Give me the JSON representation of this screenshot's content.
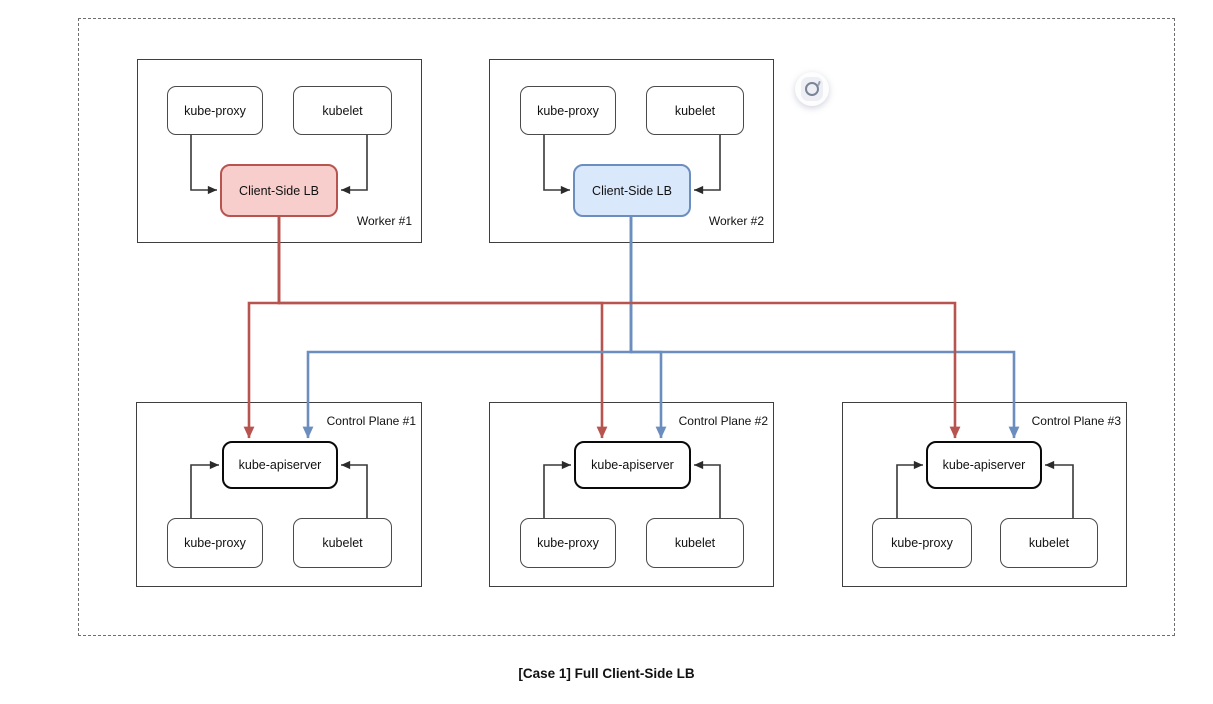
{
  "canvas": {
    "caption": "[Case 1] Full Client-Side LB"
  },
  "palette": {
    "red_stroke": "#b85450",
    "red_fill": "#f8cecc",
    "blue_stroke": "#6c8ebf",
    "blue_fill": "#dae8fc"
  },
  "workers": [
    {
      "label": "Worker #1",
      "nodes": {
        "kube_proxy": "kube-proxy",
        "kubelet": "kubelet"
      },
      "lb": {
        "label": "Client-Side LB",
        "color": "red"
      }
    },
    {
      "label": "Worker #2",
      "nodes": {
        "kube_proxy": "kube-proxy",
        "kubelet": "kubelet"
      },
      "lb": {
        "label": "Client-Side LB",
        "color": "blue"
      }
    }
  ],
  "control_planes": [
    {
      "label": "Control Plane #1",
      "apiserver": "kube-apiserver",
      "nodes": {
        "kube_proxy": "kube-proxy",
        "kubelet": "kubelet"
      }
    },
    {
      "label": "Control Plane #2",
      "apiserver": "kube-apiserver",
      "nodes": {
        "kube_proxy": "kube-proxy",
        "kubelet": "kubelet"
      }
    },
    {
      "label": "Control Plane #3",
      "apiserver": "kube-apiserver",
      "nodes": {
        "kube_proxy": "kube-proxy",
        "kubelet": "kubelet"
      }
    }
  ],
  "widget": {
    "icon": "camera-icon"
  }
}
